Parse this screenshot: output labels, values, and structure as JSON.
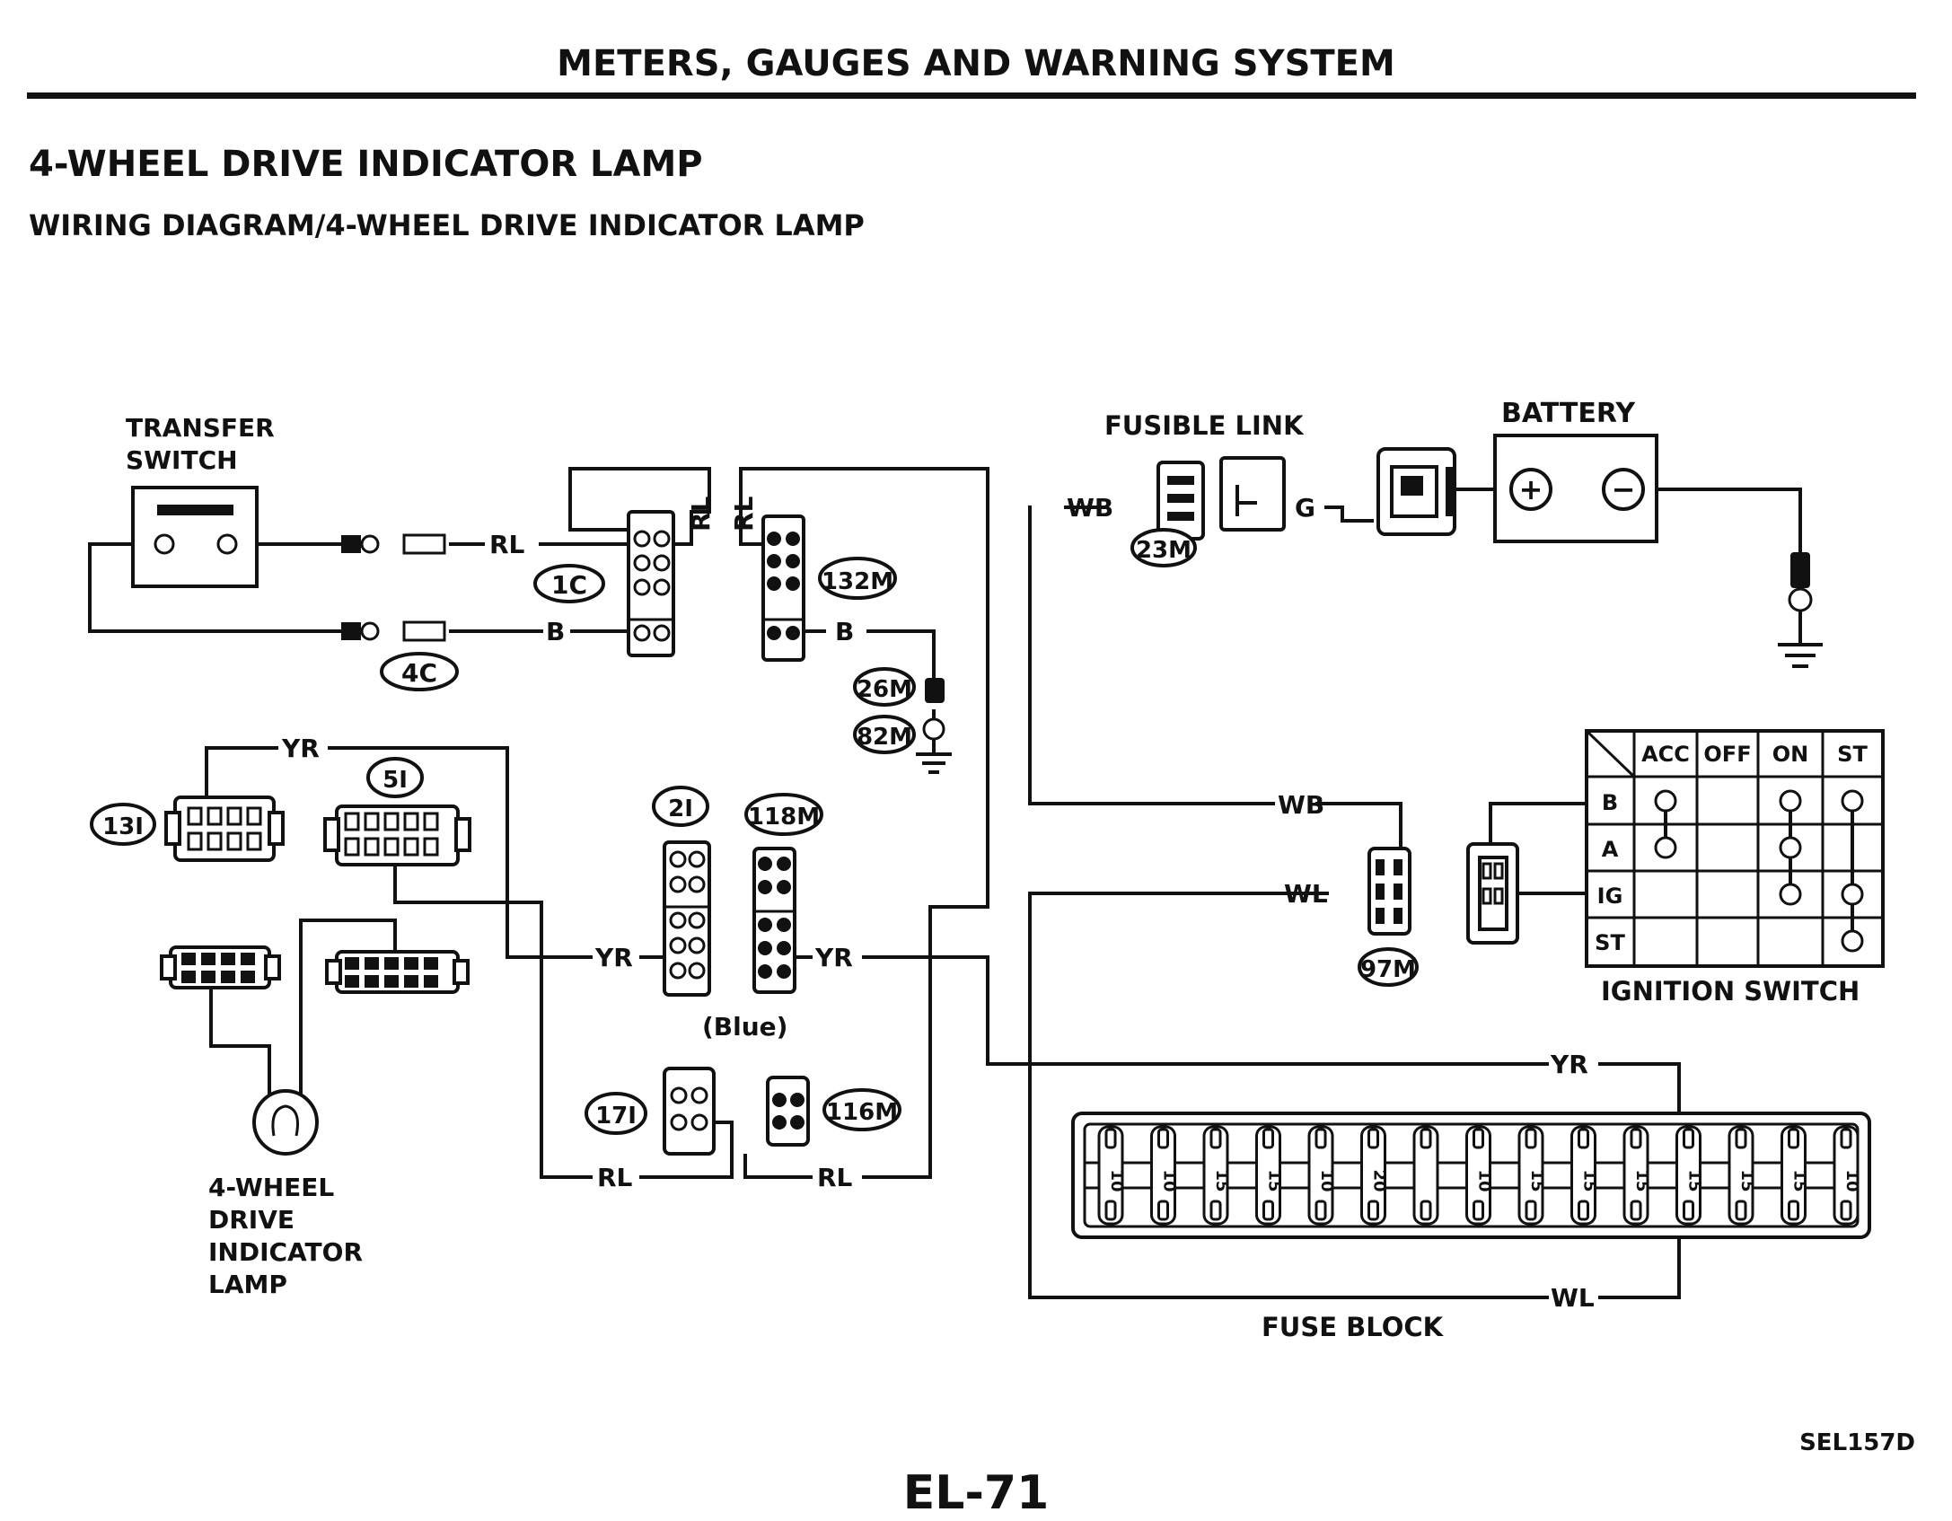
{
  "header": {
    "title": "METERS, GAUGES AND WARNING SYSTEM"
  },
  "section": {
    "title": "4-WHEEL DRIVE INDICATOR LAMP",
    "subtitle": "WIRING DIAGRAM/4-WHEEL DRIVE INDICATOR LAMP"
  },
  "components": {
    "transfer_switch": [
      "TRANSFER",
      "SWITCH"
    ],
    "fusible_link": "FUSIBLE LINK",
    "battery": "BATTERY",
    "battery_plus": "+",
    "battery_minus": "−",
    "ignition_switch": "IGNITION SWITCH",
    "fuse_block": "FUSE BLOCK",
    "indicator_lamp": [
      "4-WHEEL",
      "DRIVE",
      "INDICATOR",
      "LAMP"
    ],
    "blue_note": "(Blue)"
  },
  "connectors": [
    "1C",
    "4C",
    "132M",
    "26M",
    "82M",
    "23M",
    "13I",
    "5I",
    "2I",
    "118M",
    "17I",
    "116M",
    "97M"
  ],
  "wires": {
    "RL": "RL",
    "B": "B",
    "WB": "WB",
    "G": "G",
    "YR": "YR",
    "WL": "WL"
  },
  "ignition_table": {
    "columns": [
      "ACC",
      "OFF",
      "ON",
      "ST"
    ],
    "rows": [
      "B",
      "A",
      "IG",
      "ST"
    ]
  },
  "fuse_ratings": [
    "10",
    "10",
    "15",
    "15",
    "10",
    "20",
    "",
    "10",
    "15",
    "15",
    "15",
    "15",
    "15",
    "15",
    "10"
  ],
  "footer": {
    "code": "SEL157D",
    "page": "EL-71"
  }
}
